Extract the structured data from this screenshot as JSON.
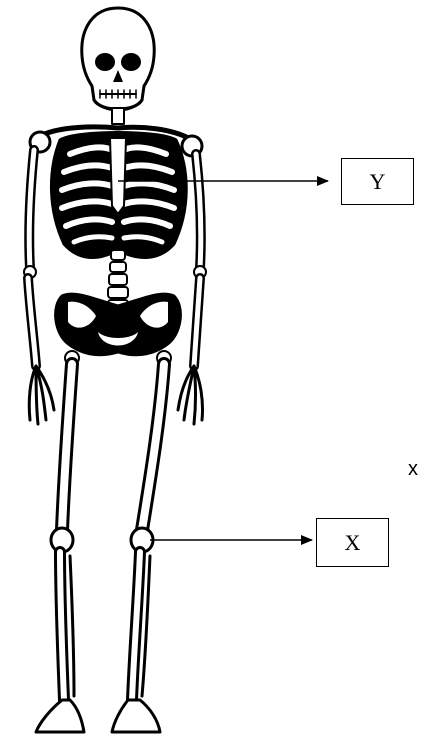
{
  "labels": {
    "upper": "Y",
    "lower": "X",
    "margin_mark": "x"
  },
  "colors": {
    "ink": "#000000",
    "paper": "#ffffff"
  }
}
